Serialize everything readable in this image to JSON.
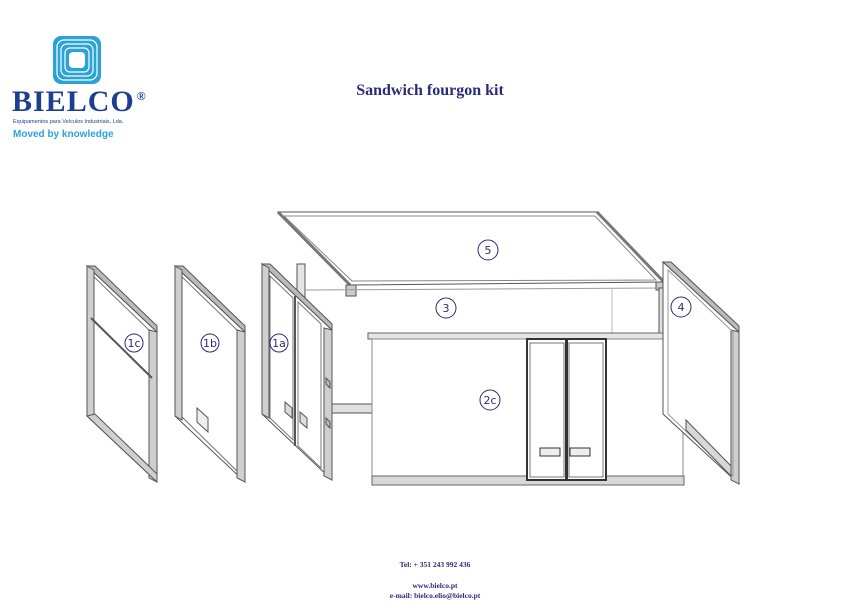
{
  "header": {
    "brand": "BIELCO",
    "registered_mark": "®",
    "subtitle": "Equipamentos para Veículos Industriais, Lda.",
    "tagline": "Moved by knowledge",
    "title": "Sandwich fourgon kit"
  },
  "parts": {
    "p1c": "1c",
    "p1b": "1b",
    "p1a": "1a",
    "p2c": "2c",
    "p3": "3",
    "p4": "4",
    "p5": "5"
  },
  "footer": {
    "tel": "Tel: + 351 243 992 436",
    "web": "www.bielco.pt",
    "email": "e-mail: bielco.elio@bielco.pt"
  },
  "colors": {
    "brand_blue": "#1d3f8f",
    "tagline_cyan": "#2aa3d8",
    "label_navy": "#2b2b78",
    "panel_frame": "#9a9a9a"
  }
}
